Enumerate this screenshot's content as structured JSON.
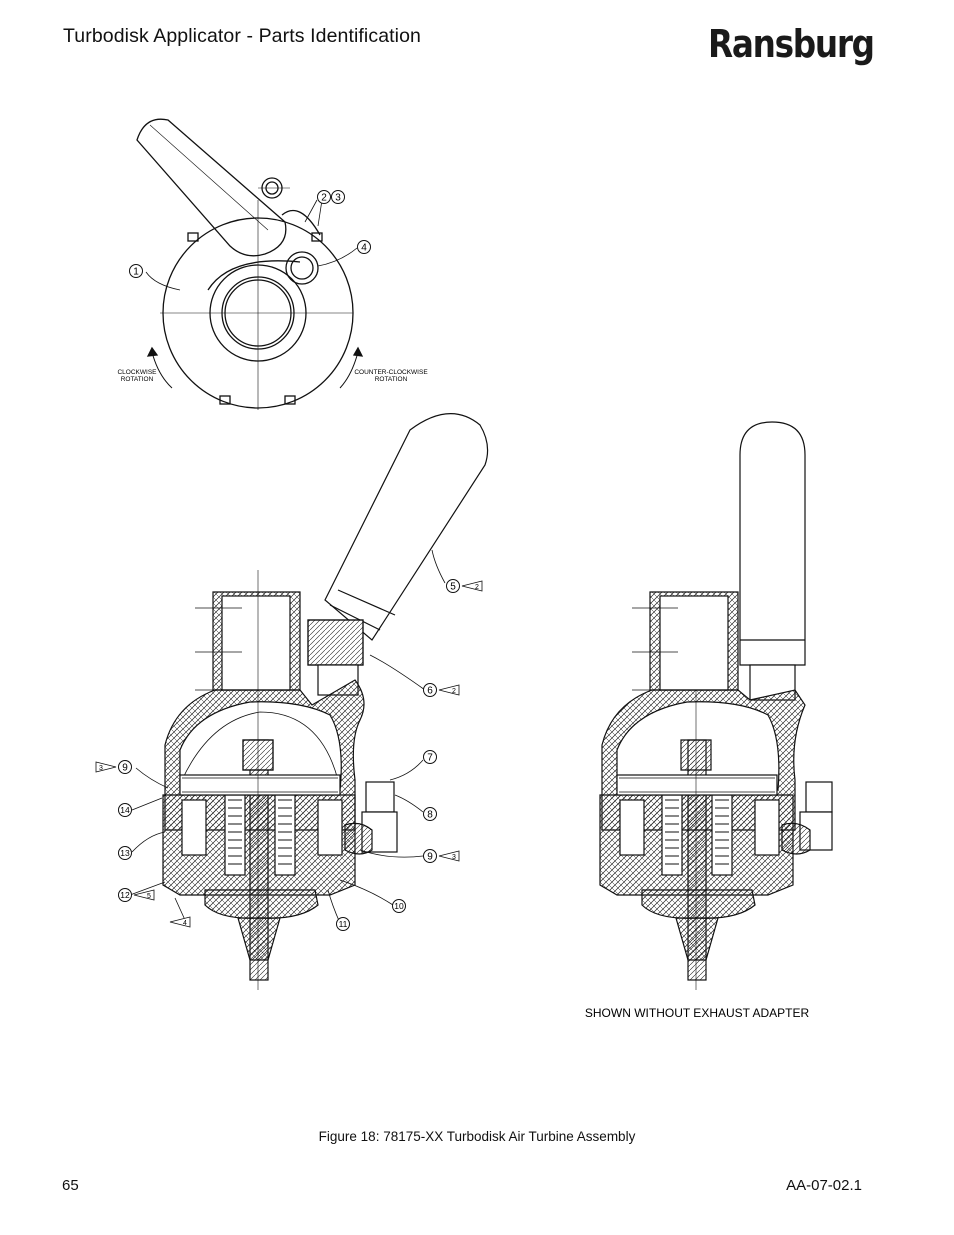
{
  "header": {
    "title": "Turbodisk Applicator - Parts Identification",
    "logo_text": "Ransburg"
  },
  "figure": {
    "rotation_labels": {
      "clockwise": [
        "CLOCKWISE",
        "ROTATION"
      ],
      "counter_clockwise": [
        "COUNTER-CLOCKWISE",
        "ROTATION"
      ]
    },
    "callouts": [
      "1",
      "2",
      "3",
      "4",
      "5",
      "6",
      "7",
      "8",
      "9",
      "10",
      "11",
      "12",
      "13",
      "14"
    ],
    "note_refs": [
      "2",
      "3",
      "4",
      "5"
    ],
    "right_view_label": "SHOWN WITHOUT EXHAUST ADAPTER",
    "caption": "Figure 18:  78175-XX Turbodisk Air Turbine Assembly"
  },
  "footer": {
    "page_number": "65",
    "doc_number": "AA-07-02.1"
  }
}
